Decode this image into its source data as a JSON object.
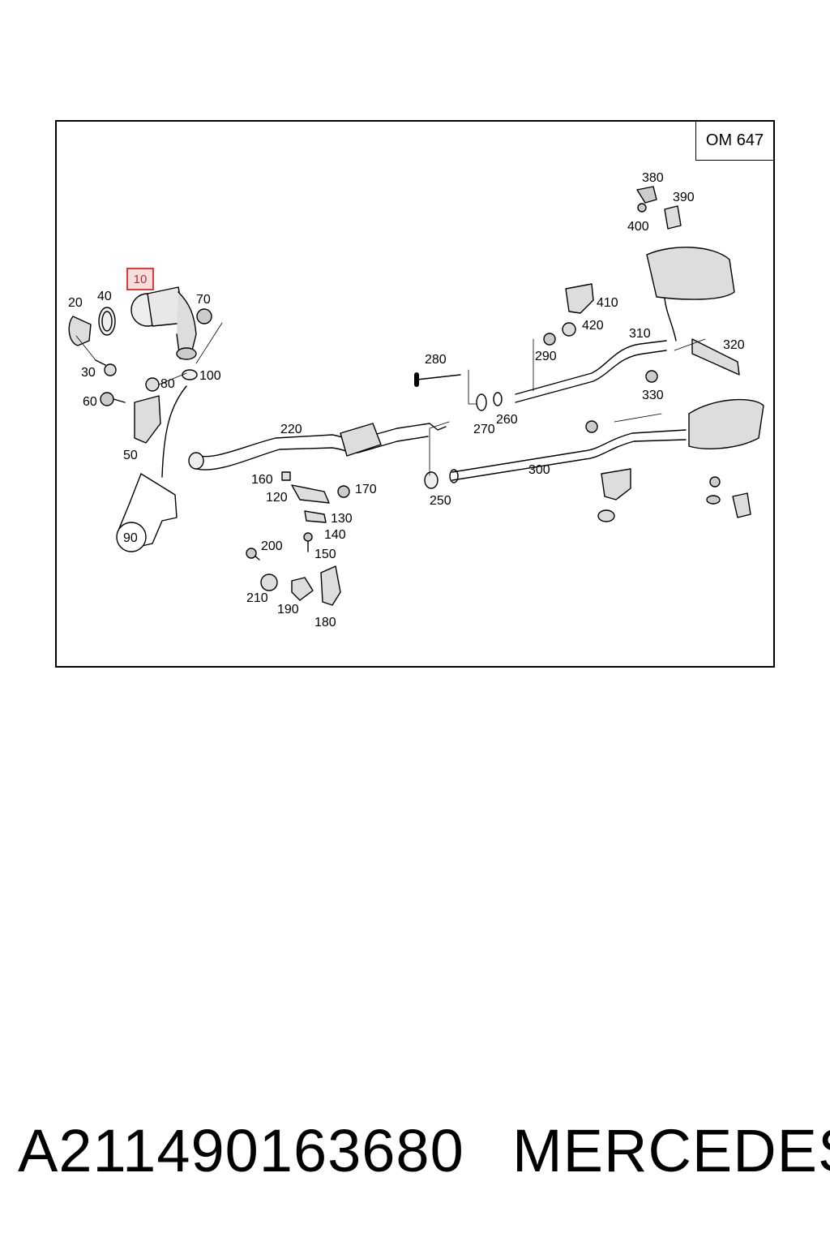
{
  "diagram": {
    "engine_code": "OM 647",
    "highlighted_part": "10",
    "labels": [
      "20",
      "40",
      "70",
      "30",
      "80",
      "100",
      "60",
      "50",
      "90",
      "220",
      "160",
      "170",
      "120",
      "130",
      "140",
      "150",
      "200",
      "210",
      "190",
      "180",
      "280",
      "270",
      "260",
      "250",
      "290",
      "410",
      "420",
      "310",
      "320",
      "330",
      "380",
      "390",
      "400",
      "300"
    ]
  },
  "footer": {
    "part_number": "A211490163680",
    "brand": "MERCEDES"
  },
  "colors": {
    "highlight_border": "#e03a3a",
    "highlight_fill": "#f6dede",
    "line": "#000000"
  }
}
